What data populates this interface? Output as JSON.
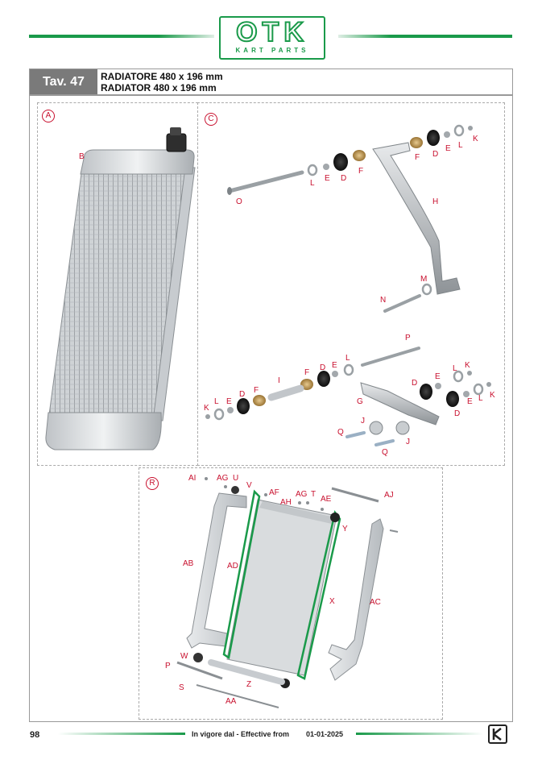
{
  "header": {
    "brand": "OTK",
    "brand_sub": "KART PARTS",
    "accent_color": "#1a9a4a"
  },
  "title": {
    "table": "Tav. 47",
    "line_it": "RADIATORE 480 x 196 mm",
    "line_en": "RADIATOR 480 x 196 mm"
  },
  "groups": {
    "a": "A",
    "c": "C",
    "r": "R"
  },
  "labels_a": {
    "b": "B"
  },
  "labels_c": {
    "o": "O",
    "l1": "L",
    "e1": "E",
    "d1": "D",
    "f1": "F",
    "f2": "F",
    "d2": "D",
    "e2": "E",
    "l2": "L",
    "k1": "K",
    "h": "H",
    "m": "M",
    "n": "N",
    "p": "P",
    "k2": "K",
    "l3": "L",
    "e3": "E",
    "d3": "D",
    "f3": "F",
    "i": "I",
    "f4": "F",
    "d4": "D",
    "e4": "E",
    "l4": "L",
    "g": "G",
    "d5": "D",
    "e5": "E",
    "l5": "L",
    "k3": "K",
    "d6": "D",
    "e6": "E",
    "l6": "L",
    "k4": "K",
    "j1": "J",
    "j2": "J",
    "q1": "Q",
    "q2": "Q"
  },
  "labels_r": {
    "ai": "AI",
    "ag1": "AG",
    "u": "U",
    "v": "V",
    "af": "AF",
    "ah": "AH",
    "ag2": "AG",
    "t": "T",
    "ae": "AE",
    "aj": "AJ",
    "y": "Y",
    "ab": "AB",
    "ad": "AD",
    "x": "X",
    "ac": "AC",
    "w": "W",
    "p": "P",
    "s": "S",
    "z": "Z",
    "aa": "AA"
  },
  "footer": {
    "page": "98",
    "effective_label": "In vigore dal - Effective from",
    "effective_date": "01-01-2025"
  }
}
